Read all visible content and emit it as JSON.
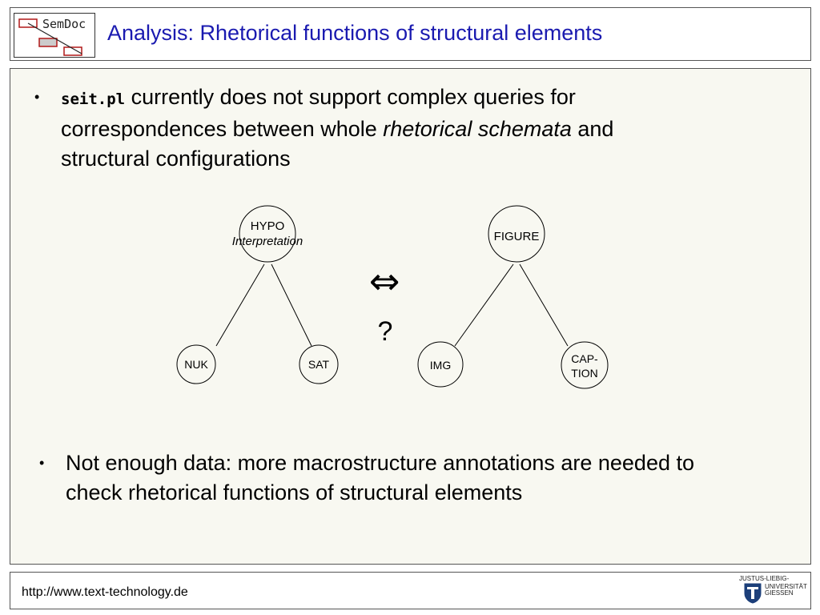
{
  "header": {
    "logo_text": "SemDoc",
    "title": "Analysis: Rhetorical functions of structural elements"
  },
  "content": {
    "bullet1": {
      "code": "seit.pl",
      "text_a": " currently does not support complex queries for correspondences between whole ",
      "emphasis": "rhetorical schemata",
      "text_b": " and structural configurations"
    },
    "diagram": {
      "left_tree": {
        "root_label": "HYPO",
        "root_sublabel": "Interpretation",
        "children": [
          "NUK",
          "SAT"
        ]
      },
      "right_tree": {
        "root_label": "FIGURE",
        "children": [
          "IMG",
          "CAP-",
          "TION"
        ]
      },
      "arrow": "⇔",
      "question": "?"
    },
    "bullet2": {
      "text": "Not enough data: more macrostructure annotations are needed to check rhetorical functions of structural elements"
    }
  },
  "footer": {
    "url": "http://www.text-technology.de",
    "university": [
      "JUSTUS-LIEBIG-",
      "UNIVERSITÄT",
      "GIESSEN"
    ]
  },
  "colors": {
    "title": "#1a1ab0",
    "content_background": "#f8f8f1",
    "logo_accent": "#b01818"
  }
}
